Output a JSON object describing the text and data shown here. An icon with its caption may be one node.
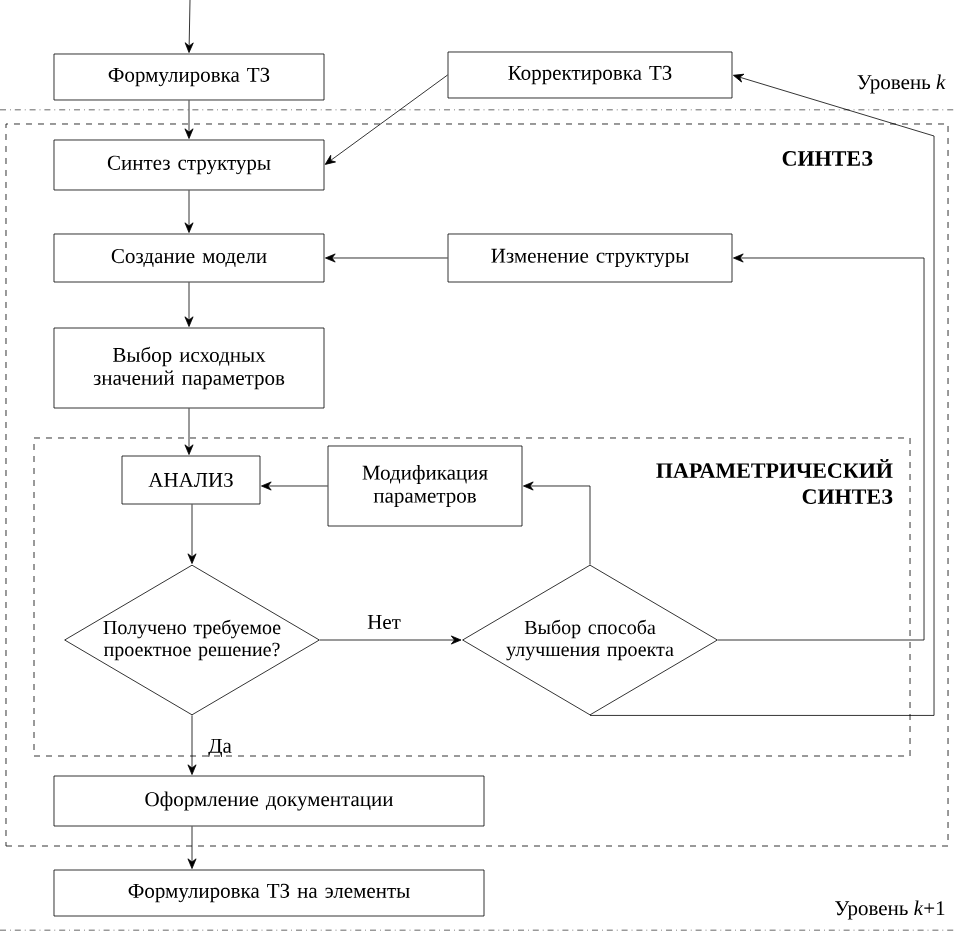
{
  "diagram": {
    "nodes": [
      {
        "text": [
          "Формулировка ТЗ"
        ]
      },
      {
        "text": [
          "Корректировка ТЗ"
        ]
      },
      {
        "text": [
          "СИНТЕЗ"
        ]
      },
      {
        "text": [
          "Синтез структуры"
        ],
        "in": 2
      },
      {
        "text": [
          "Создание модели"
        ],
        "in": 2
      },
      {
        "text": [
          "Изменение структуры"
        ],
        "in": 2
      },
      {
        "text": [
          "Выбор исходных значений параметров"
        ],
        "in": 2
      },
      {
        "text": [
          "ПАРАМЕТРИЧЕСКИЙ СИНТЕЗ"
        ],
        "in": 2
      },
      {
        "text": [
          "АНАЛИЗ"
        ],
        "in": 7
      },
      {
        "text": [
          "Модификация параметров"
        ],
        "in": 7
      },
      {
        "text": [
          "Получено требуемое проектное решение?"
        ],
        "in": 7
      },
      {
        "text": [
          "Выбор способа улучшения проекта"
        ],
        "in": 7
      },
      {
        "text": [
          "Оформление документации"
        ],
        "in": 2
      },
      {
        "text": [
          "Формулировка ТЗ на элементы"
        ]
      }
    ],
    "edges": [
      {
        "from": null,
        "to": 0,
        "arrow": "to"
      },
      {
        "from": 0,
        "to": 3,
        "arrow": "to"
      },
      {
        "from": 1,
        "to": 3,
        "arrow": "to"
      },
      {
        "from": 3,
        "to": 4,
        "arrow": "to"
      },
      {
        "from": 5,
        "to": 4,
        "arrow": "to"
      },
      {
        "from": 4,
        "to": 6,
        "arrow": "to"
      },
      {
        "from": 6,
        "to": 8,
        "arrow": "to"
      },
      {
        "from": 9,
        "to": 8,
        "arrow": "to"
      },
      {
        "from": 8,
        "to": 10,
        "arrow": "to"
      },
      {
        "from": 10,
        "to": 11,
        "arrow": "to",
        "label": "Нет"
      },
      {
        "from": 11,
        "to": 9,
        "arrow": "to"
      },
      {
        "from": 11,
        "to": 5,
        "arrow": "to"
      },
      {
        "from": 11,
        "to": 1,
        "arrow": "to"
      },
      {
        "from": 10,
        "to": 12,
        "arrow": "to",
        "label": "Да"
      },
      {
        "from": 12,
        "to": 13,
        "arrow": "to"
      }
    ],
    "labels": [
      "Уровень *k*",
      "Уровень *k*+1"
    ]
  }
}
